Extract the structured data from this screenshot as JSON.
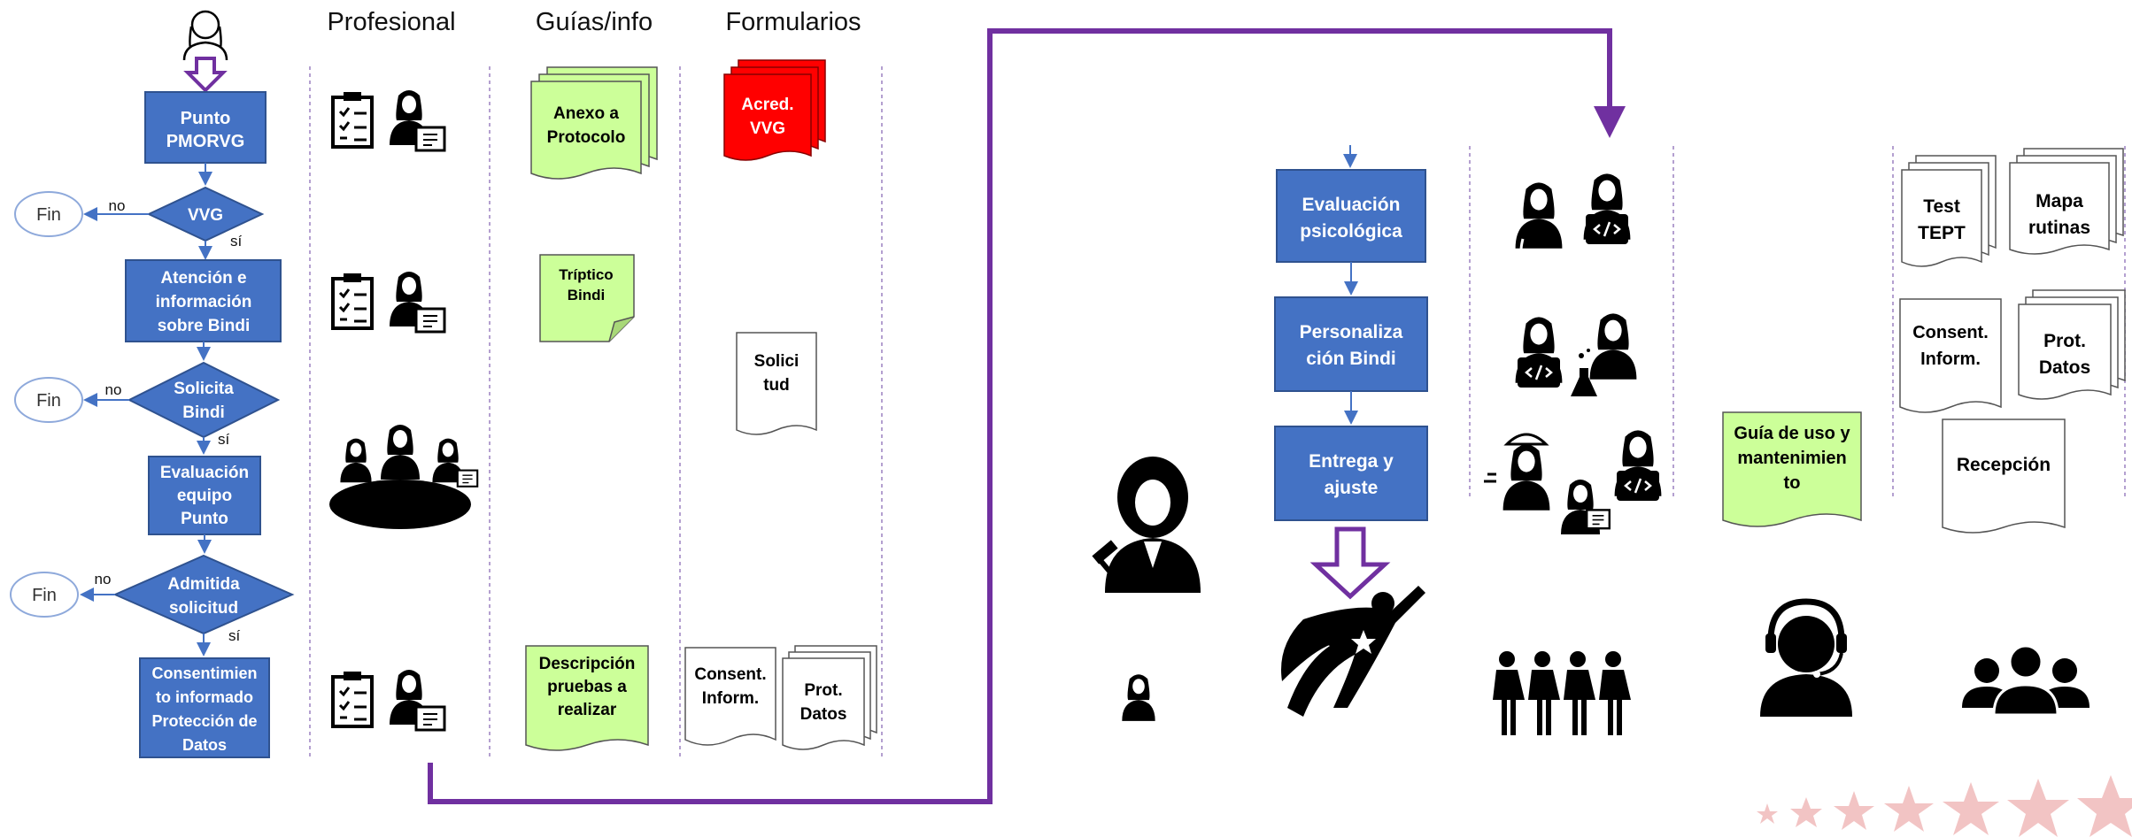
{
  "headers": {
    "professional": "Profesional",
    "guides": "Guías/info",
    "forms": "Formularios"
  },
  "colors": {
    "process_blue": "#4472c4",
    "arrow_purple": "#7030a0",
    "doc_green": "#ccff99",
    "doc_red": "#ff0000",
    "divider_purple": "#b4a0d0",
    "star_pink": "#f2c4c4"
  },
  "flow": {
    "punto": [
      "Punto",
      "PMORVG"
    ],
    "vvg": "VVG",
    "atencion": [
      "Atención e",
      "información",
      "sobre Bindi"
    ],
    "solicita": [
      "Solicita",
      "Bindi"
    ],
    "evaluacion_equipo": [
      "Evaluación",
      "equipo",
      "Punto"
    ],
    "admitida": [
      "Admitida",
      "solicitud"
    ],
    "consentimiento": [
      "Consentimien",
      "to informado",
      "Protección de",
      "Datos"
    ],
    "fin": "Fin",
    "no": "no",
    "si": "sí"
  },
  "documents": {
    "anexo": [
      "Anexo a",
      "Protocolo"
    ],
    "acred": [
      "Acred.",
      "VVG"
    ],
    "triptico": [
      "Tríptico",
      "Bindi"
    ],
    "solicitud": [
      "Solici",
      "tud"
    ],
    "descripcion": [
      "Descripción",
      "pruebas a",
      "realizar"
    ],
    "consent": [
      "Consent.",
      "Inform."
    ],
    "prot": [
      "Prot.",
      "Datos"
    ],
    "test": [
      "Test",
      "TEPT"
    ],
    "mapa": [
      "Mapa",
      "rutinas"
    ],
    "guia": [
      "Guía de uso y",
      "mantenimien",
      "to"
    ],
    "recepcion": "Recepción"
  },
  "process2": {
    "evaluacion_psicologica": [
      "Evaluación",
      "psicológica"
    ],
    "personalizacion": [
      "Personaliza",
      "ción Bindi"
    ],
    "entrega": [
      "Entrega y",
      "ajuste"
    ]
  },
  "icons": [
    "woman-icon",
    "professional-desk-icon",
    "team-table-icon",
    "judge-icon",
    "superhero-icon",
    "women-group-icon",
    "headset-icon",
    "people-group-icon",
    "doctor-icon",
    "coder-icon",
    "scientist-icon",
    "engineer-icon"
  ]
}
